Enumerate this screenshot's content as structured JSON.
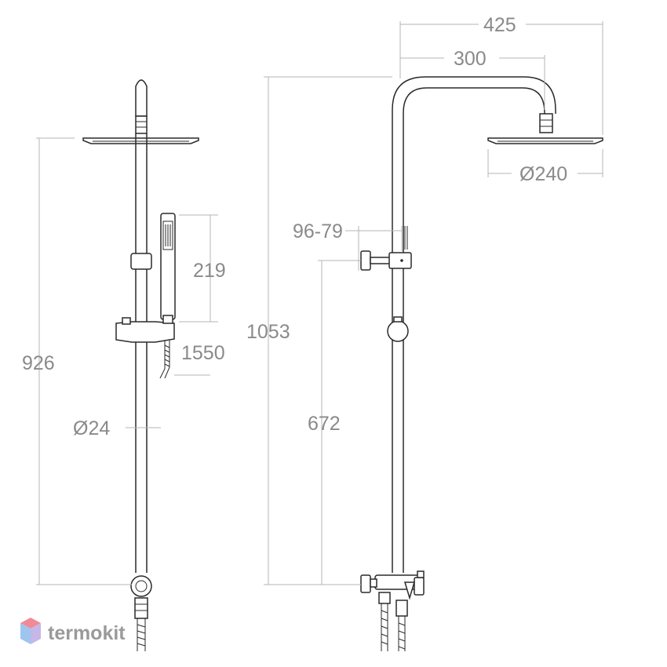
{
  "dimensions": {
    "left_view": {
      "overall_height": "926",
      "hand_shower_length": "219",
      "hose_length": "1550",
      "pipe_diameter": "Ø24"
    },
    "right_view": {
      "arm_reach_outer": "425",
      "arm_reach": "300",
      "head_diameter": "Ø240",
      "overall_height": "1053",
      "wall_offset": "96-79",
      "mixer_to_slider": "672"
    }
  },
  "watermark": {
    "brand": "termokit",
    "colors": [
      "#e84a5f",
      "#7fb3e8",
      "#b9a6e0"
    ]
  }
}
